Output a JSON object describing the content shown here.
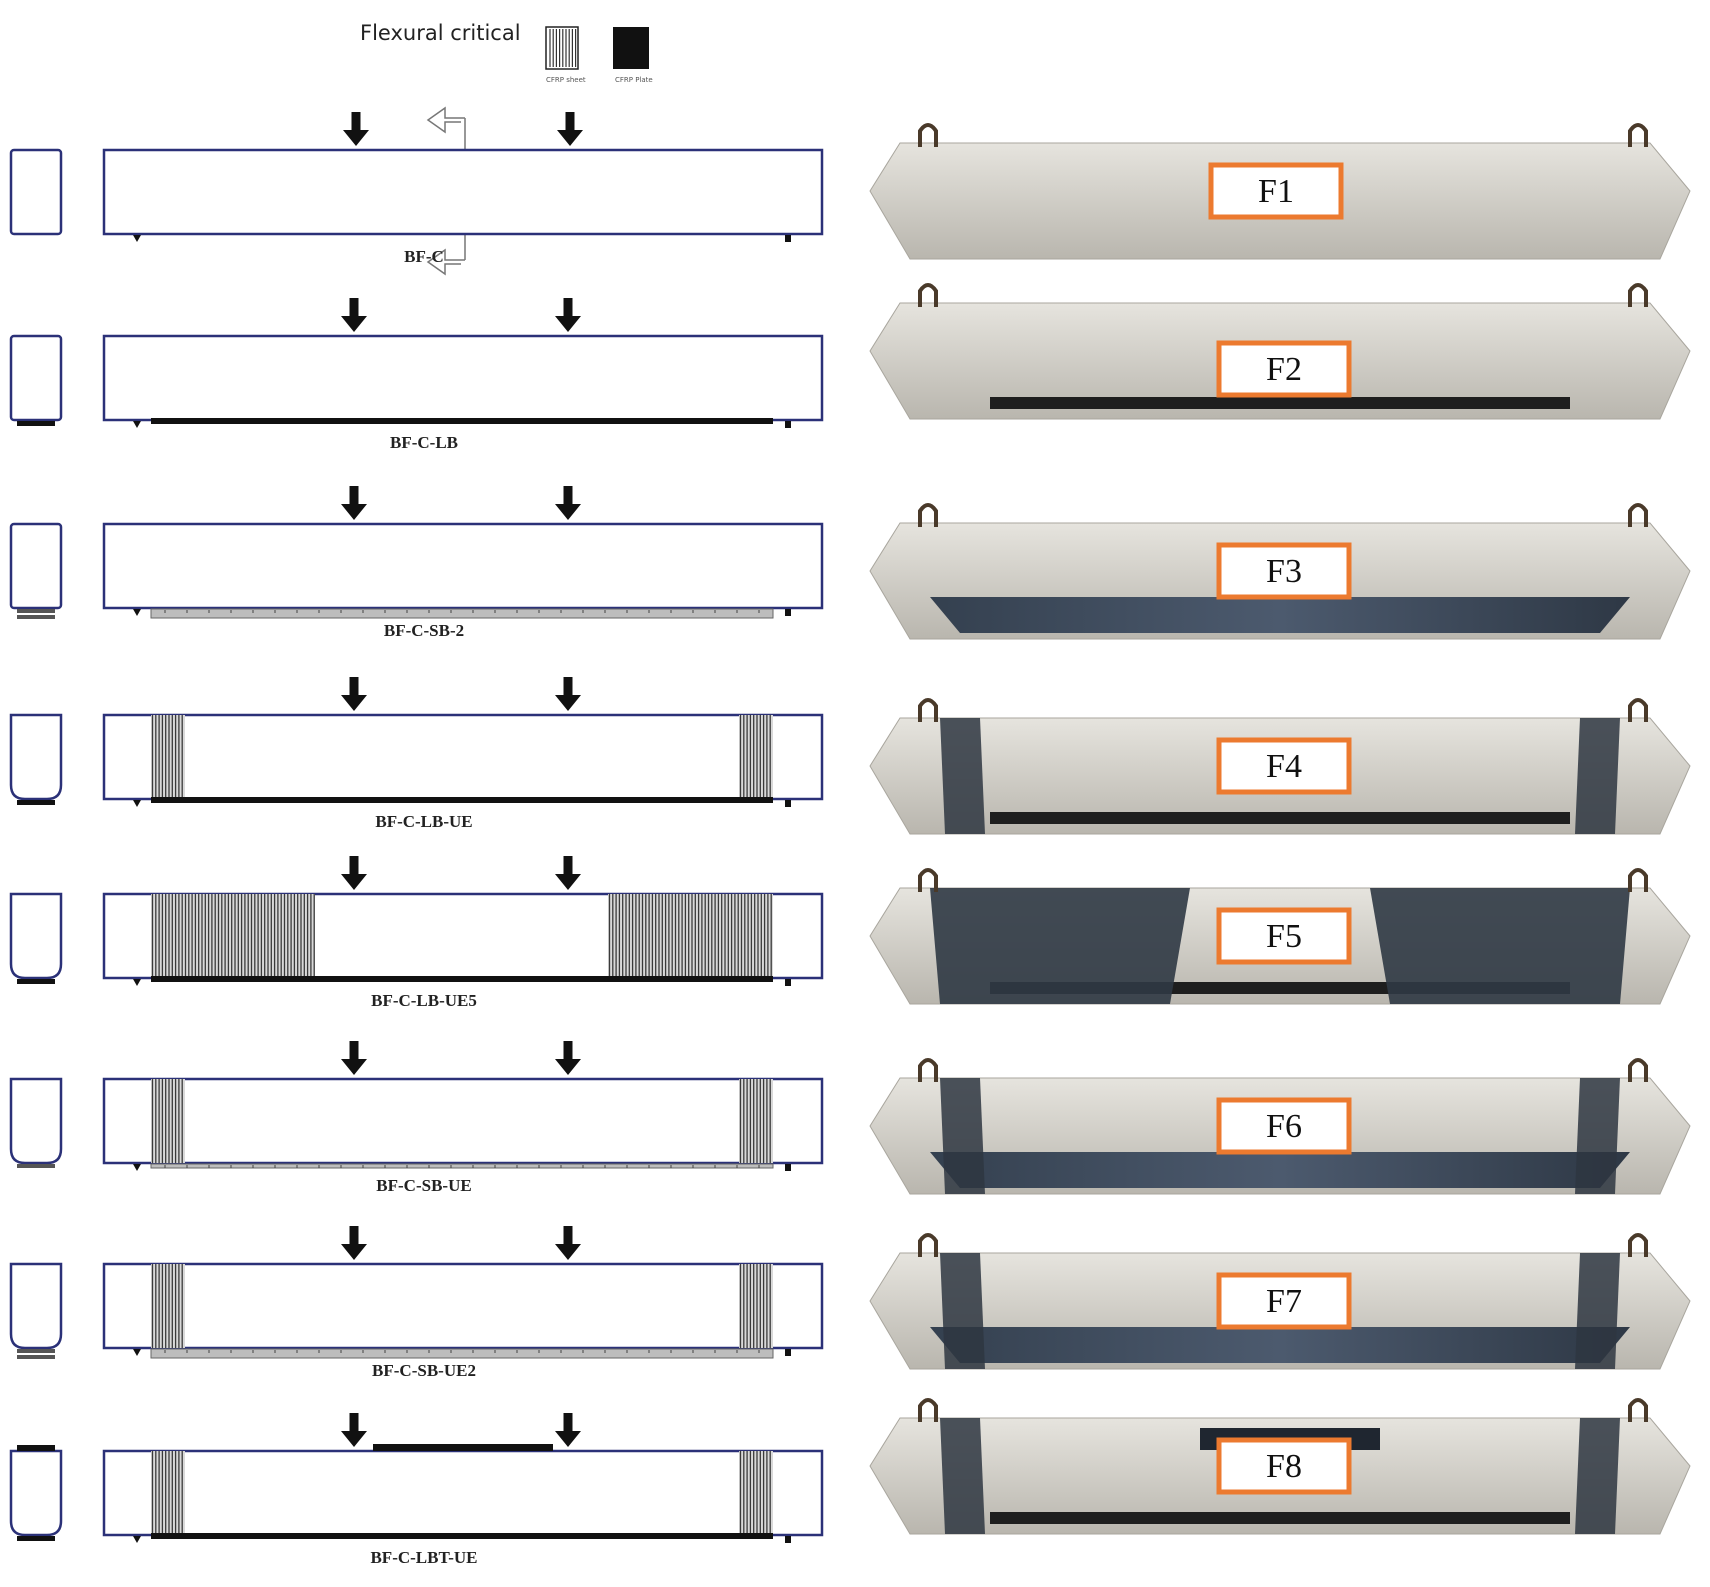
{
  "legend": {
    "title": "Flexural critical",
    "sheet_label": "CFRP sheet",
    "plate_label": "CFRP Plate"
  },
  "colors": {
    "beam_outline": "#2b3178",
    "strengthening": "#111111",
    "sheet_wrap": "#6a6a6a",
    "label_box": "#ec7a2f",
    "concrete": "#cfcdc6",
    "cfrp_dark": "#3a4658"
  },
  "specimens": [
    {
      "label": "BF-C",
      "photo_label": "F1",
      "bottom": "none",
      "u_wrap": "none",
      "top_plate": false
    },
    {
      "label": "BF-C-LB",
      "photo_label": "F2",
      "bottom": "plate",
      "u_wrap": "none",
      "top_plate": false
    },
    {
      "label": "BF-C-SB-2",
      "photo_label": "F3",
      "bottom": "sheet2",
      "u_wrap": "none",
      "top_plate": false
    },
    {
      "label": "BF-C-LB-UE",
      "photo_label": "F4",
      "bottom": "plate",
      "u_wrap": "end",
      "top_plate": false
    },
    {
      "label": "BF-C-LB-UE5",
      "photo_label": "F5",
      "bottom": "plate",
      "u_wrap": "wide",
      "top_plate": false
    },
    {
      "label": "BF-C-SB-UE",
      "photo_label": "F6",
      "bottom": "sheet1",
      "u_wrap": "end",
      "top_plate": false
    },
    {
      "label": "BF-C-SB-UE2",
      "photo_label": "F7",
      "bottom": "sheet2",
      "u_wrap": "end",
      "top_plate": false
    },
    {
      "label": "BF-C-LBT-UE",
      "photo_label": "F8",
      "bottom": "plate",
      "u_wrap": "end",
      "top_plate": true
    }
  ]
}
